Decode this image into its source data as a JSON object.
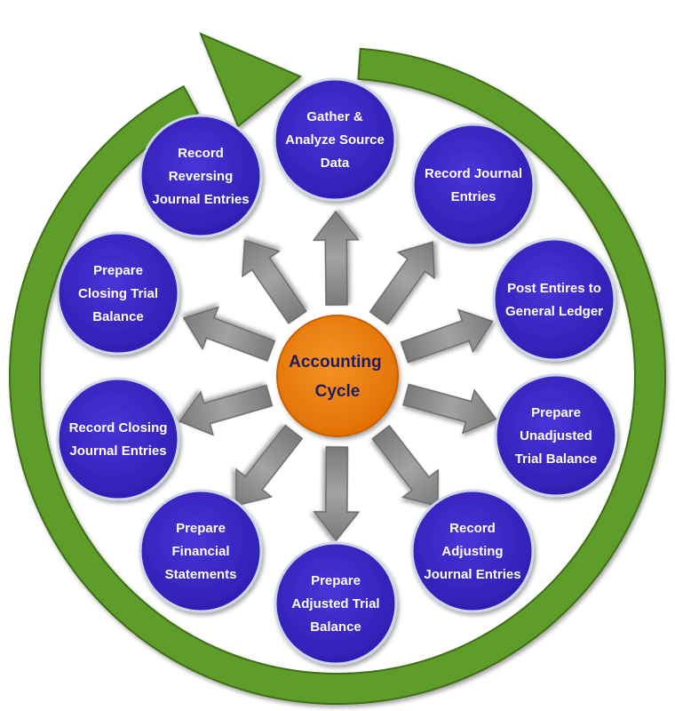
{
  "colors": {
    "node_fill": "#3a24c8",
    "node_stroke": "#cdd7ea",
    "center_fill": "#f07d0a",
    "arrow_fill": "#8c8c8c",
    "ring_fill": "#5e9d2a",
    "ring_dark": "#3f6e17"
  },
  "center": {
    "lines": [
      "Accounting",
      "Cycle"
    ]
  },
  "steps": [
    {
      "id": "gather",
      "lines": [
        "Gather &",
        "Analyze Source",
        "Data"
      ]
    },
    {
      "id": "record-journal",
      "lines": [
        "Record Journal",
        "Entries"
      ]
    },
    {
      "id": "post-ledger",
      "lines": [
        "Post Entires to",
        "General Ledger"
      ]
    },
    {
      "id": "unadjusted-tb",
      "lines": [
        "Prepare",
        "Unadjusted",
        "Trial Balance"
      ]
    },
    {
      "id": "adjusting",
      "lines": [
        "Record",
        "Adjusting",
        "Journal Entries"
      ]
    },
    {
      "id": "adjusted-tb",
      "lines": [
        "Prepare",
        "Adjusted Trial",
        "Balance"
      ]
    },
    {
      "id": "financial-statements",
      "lines": [
        "Prepare",
        "Financial",
        "Statements"
      ]
    },
    {
      "id": "closing-entries",
      "lines": [
        "Record Closing",
        "Journal Entries"
      ]
    },
    {
      "id": "closing-tb",
      "lines": [
        "Prepare",
        "Closing Trial",
        "Balance"
      ]
    },
    {
      "id": "reversing",
      "lines": [
        "Record",
        "Reversing",
        "Journal Entries"
      ]
    }
  ]
}
